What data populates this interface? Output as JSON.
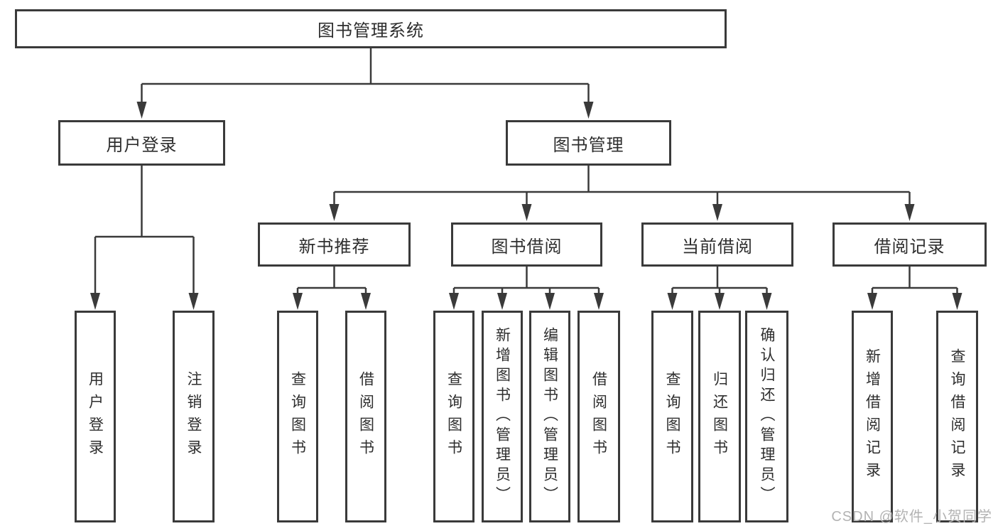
{
  "diagram": {
    "root": "图书管理系统",
    "level2": [
      "用户登录",
      "图书管理"
    ],
    "level3": [
      "新书推荐",
      "图书借阅",
      "当前借阅",
      "借阅记录"
    ],
    "leaves": {
      "user_login": [
        "用户登录",
        "注销登录"
      ],
      "new_book": [
        "查询图书",
        "借阅图书"
      ],
      "book_borrow": [
        "查询图书",
        "新增图书（管理员）",
        "编辑图书（管理员）",
        "借阅图书"
      ],
      "current_borrow": [
        "查询图书",
        "归还图书",
        "确认归还（管理员）"
      ],
      "borrow_record": [
        "新增借阅记录",
        "查询借阅记录"
      ]
    }
  },
  "watermark": "CSDN @软件_小贺同学",
  "colors": {
    "line": "#3a3a3a",
    "text": "#2e2e2e",
    "background": "#ffffff",
    "watermark": "#b3b3b3"
  }
}
